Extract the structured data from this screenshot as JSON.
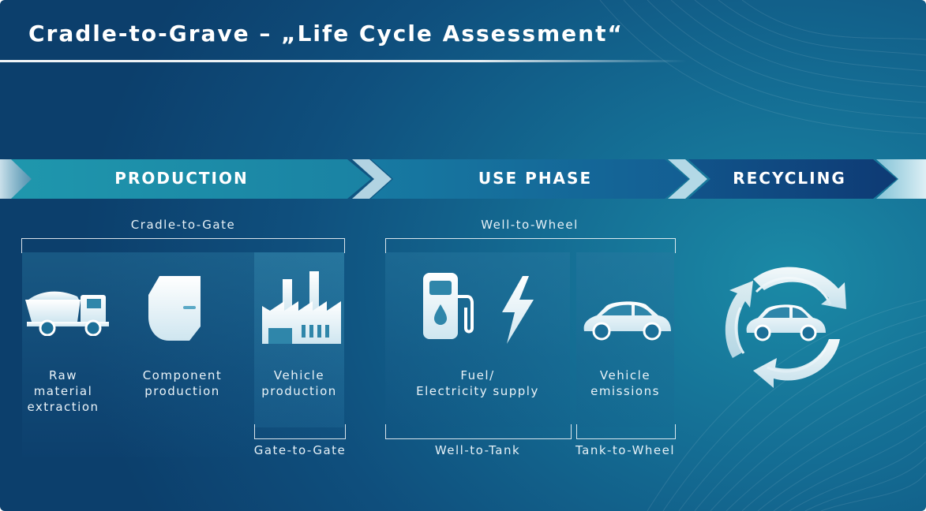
{
  "title": "Cradle-to-Grave – „Life Cycle Assessment“",
  "phases": {
    "production": "PRODUCTION",
    "use_phase": "USE PHASE",
    "recycling": "RECYCLING"
  },
  "ranges": {
    "cradle_to_gate": "Cradle-to-Gate",
    "well_to_wheel": "Well-to-Wheel",
    "gate_to_gate": "Gate-to-Gate",
    "well_to_tank": "Well-to-Tank",
    "tank_to_wheel": "Tank-to-Wheel"
  },
  "items": {
    "raw_material": [
      "Raw",
      "material",
      "extraction"
    ],
    "component": [
      "Component",
      "production"
    ],
    "vehicle_production": [
      "Vehicle",
      "production"
    ],
    "fuel": [
      "Fuel/",
      "Electricity supply"
    ],
    "emissions": [
      "Vehicle",
      "emissions"
    ]
  },
  "icons": {
    "raw_material": "dump-truck-icon",
    "component": "car-door-icon",
    "vehicle_production": "factory-icon",
    "fuel": "fuel-pump-icon",
    "electricity": "lightning-icon",
    "emissions": "car-icon",
    "recycling": "recycling-car-icon"
  },
  "colors": {
    "background": "#0f4f7d",
    "production_arrow": "#1d8ea8",
    "use_arrow": "#14669a",
    "recycling_arrow": "#0f3f78",
    "text": "#ffffff"
  }
}
